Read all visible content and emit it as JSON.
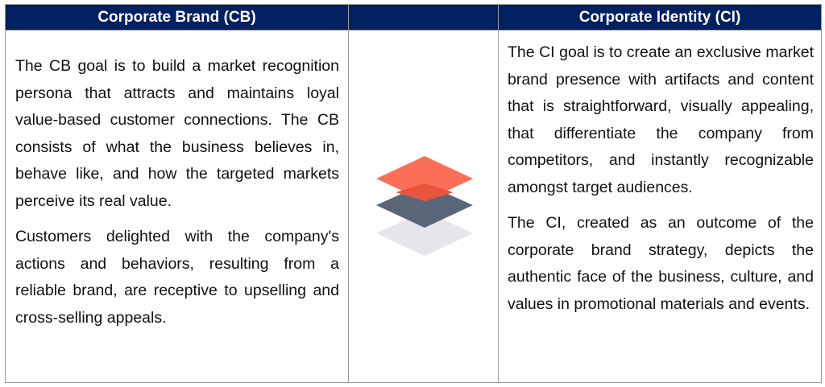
{
  "table": {
    "columns": [
      {
        "header": "Corporate Brand (CB)",
        "paragraphs": [
          "The CB goal is to build a market recognition persona that attracts and maintains loyal value-based customer connections. The CB consists of what the business believes in, behave like, and how the targeted markets perceive its real value.",
          "Customers delighted with the company's actions and behaviors, resulting from a reliable brand, are receptive to upselling and cross-selling appeals."
        ]
      },
      {
        "header": "Corporate Identity (CI)",
        "paragraphs": [
          "The CI goal is to create an exclusive market brand presence with artifacts and content that is straightforward, visually appealing, that differentiate the company from competitors, and instantly recognizable amongst target audiences.",
          "The CI, created as an outcome of the corporate brand strategy, depicts the authentic face of the business, culture, and values in promotional materials and events."
        ]
      }
    ],
    "center_graphic": {
      "icon": "stacked-layers-icon",
      "colors": {
        "top_layer": "#FA6A4F",
        "middle_layer": "#5A6577",
        "bottom_layer": "#E4E6EC"
      }
    },
    "colors": {
      "header_background": "#002060",
      "header_text": "#FFFFFF",
      "border": "#9A9A9A"
    }
  }
}
